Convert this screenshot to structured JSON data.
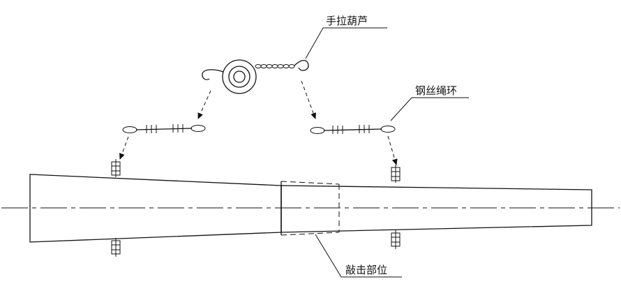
{
  "labels": {
    "hoist": "手拉葫芦",
    "wire_loop": "钢丝绳环",
    "strike_position": "敲击部位"
  },
  "colors": {
    "line": "#111111",
    "background": "#ffffff"
  }
}
